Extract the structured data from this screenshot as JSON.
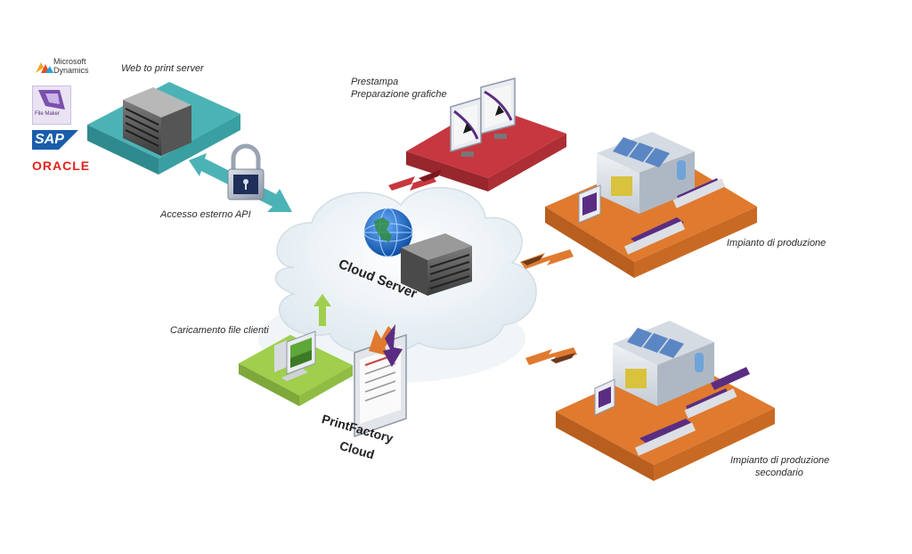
{
  "labels": {
    "web_to_print": "Web to print server",
    "prestampa": "Prestampa",
    "preparazione": "Preparazione grafiche",
    "accesso_api": "Accesso esterno API",
    "impianto": "Impianto di produzione",
    "caricamento": "Caricamento file clienti",
    "impianto_sec_1": "Impianto di produzione",
    "impianto_sec_2": "secondario",
    "cloud_server": "Cloud Server",
    "printfactory_1": "PrintFactory",
    "printfactory_2": "Cloud"
  },
  "logos": {
    "microsoft_1": "Microsoft",
    "microsoft_2": "Dynamics",
    "filemaker": "File Maker",
    "sap": "SAP",
    "oracle": "ORACLE"
  },
  "colors": {
    "teal": "#4bb3b6",
    "red": "#c7373f",
    "orange": "#e07a2f",
    "green": "#9fcf4c",
    "cloud": "#eef4f8",
    "arrow_brown": "#6b3a1f",
    "arrow_orange": "#e07a2f",
    "arrow_purple": "#5a2d82",
    "arrow_green": "#9fcf4c",
    "arrow_teal": "#4bb3b6",
    "oracle_red": "#e2231a",
    "sap_blue": "#1a5dab"
  },
  "icons": [
    "server-icon",
    "padlock-icon",
    "globe-icon",
    "monitor-icon",
    "factory-icon",
    "printer-icon",
    "arrow-icon"
  ]
}
